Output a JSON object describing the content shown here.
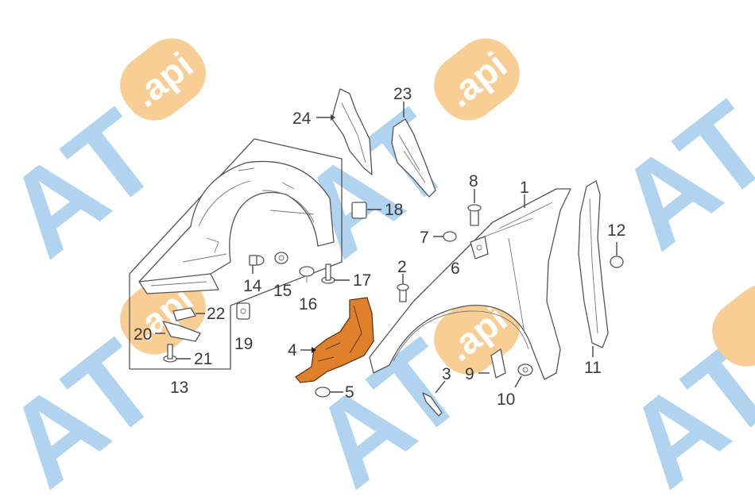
{
  "diagram": {
    "highlight_color": "#e0802a",
    "line_color": "#555555",
    "callouts": [
      "1",
      "2",
      "3",
      "4",
      "5",
      "6",
      "7",
      "8",
      "9",
      "10",
      "11",
      "12",
      "13",
      "14",
      "15",
      "16",
      "17",
      "18",
      "19",
      "20",
      "21",
      "22",
      "23",
      "24"
    ]
  },
  "watermark": {
    "logo_text": "AT",
    "badge_text": ".api",
    "blue": "#a8cfee",
    "orange": "#f8c98a"
  }
}
